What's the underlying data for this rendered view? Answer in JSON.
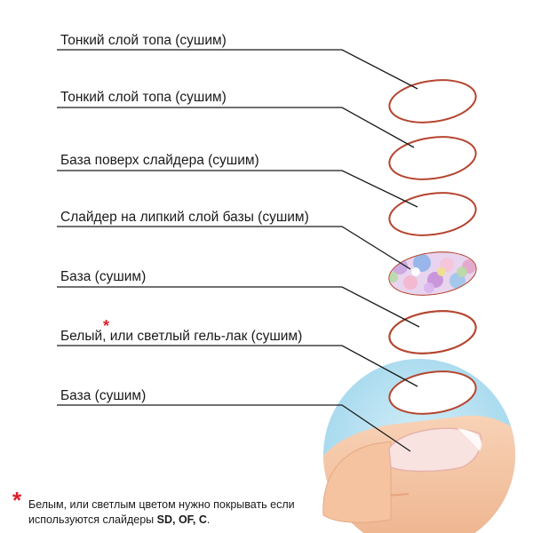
{
  "layers": [
    {
      "label": "Тонкий слой топа (сушим)",
      "type": "plain"
    },
    {
      "label": "Тонкий слой топа (сушим)",
      "type": "plain"
    },
    {
      "label": "База поверх слайдера (сушим)",
      "type": "plain"
    },
    {
      "label": "Слайдер на липкий слой базы (сушим)",
      "type": "plain"
    },
    {
      "label": "База (сушим)",
      "type": "floral"
    },
    {
      "label": "Белый, или светлый гель-лак (сушим)",
      "type": "plain",
      "asterisk": "*"
    },
    {
      "label": "База (сушим)",
      "type": "plain"
    }
  ],
  "footnote": {
    "mark": "*",
    "text_line1": "Белым, или светлым цветом нужно покрывать если",
    "text_line2_prefix": "используются слайдеры ",
    "text_line2_bold": "SD, OF, C",
    "text_line2_suffix": "."
  },
  "colors": {
    "nail_outline": "#b5452f",
    "leader_line": "#1a1a1a",
    "asterisk": "#e11d2a",
    "circle_bg": "#a9dcef",
    "skin": "#f6c8a8",
    "nail_tip": "#f7d9d7"
  }
}
